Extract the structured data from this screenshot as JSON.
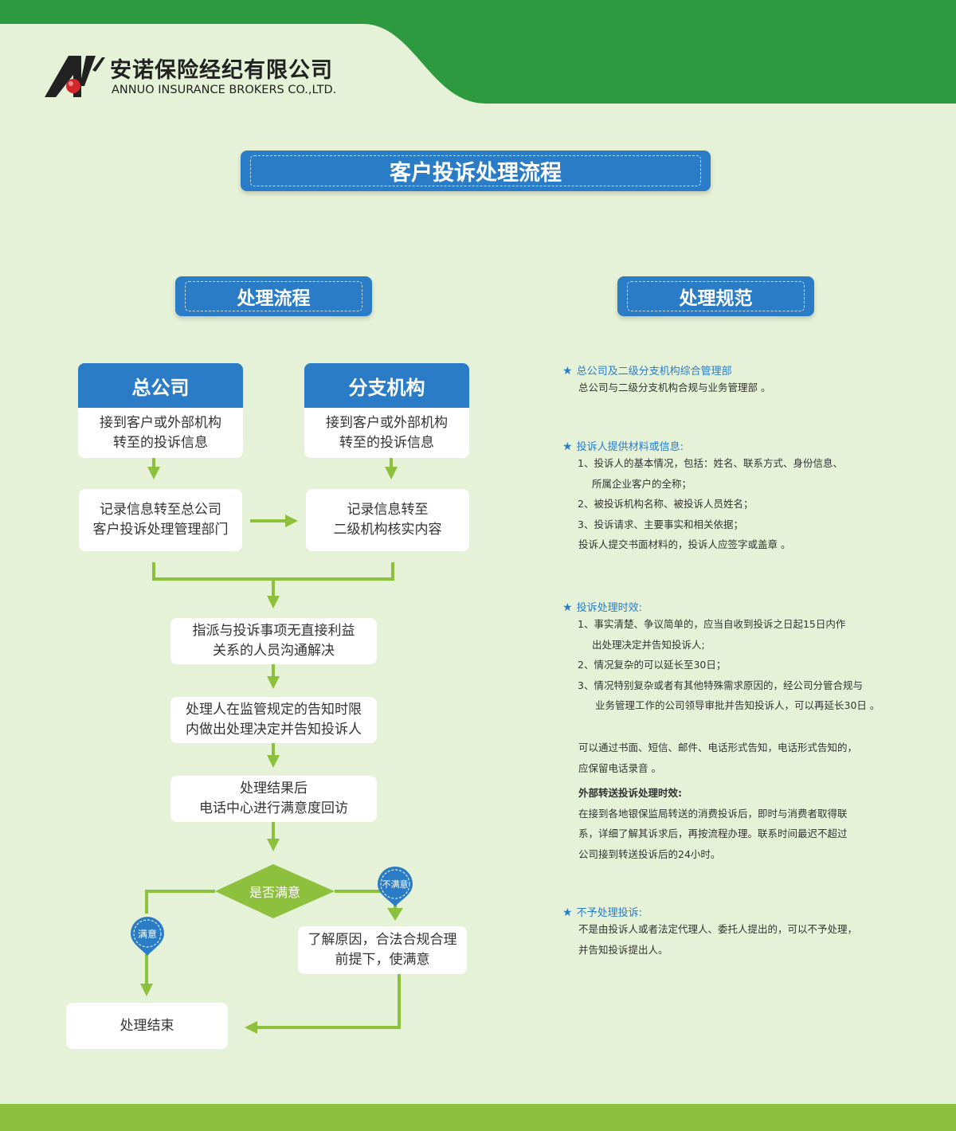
{
  "company": {
    "name_cn": "安诺保险经纪有限公司",
    "name_en": "ANNUO INSURANCE BROKERS CO.,LTD."
  },
  "main_title": "客户投诉处理流程",
  "sections": {
    "process": "处理流程",
    "rules": "处理规范"
  },
  "flow": {
    "hq": {
      "title": "总公司",
      "step1": "接到客户或外部机构\n转至的投诉信息",
      "step2": "记录信息转至总公司\n客户投诉处理管理部门"
    },
    "branch": {
      "title": "分支机构",
      "step1": "接到客户或外部机构\n转至的投诉信息",
      "step2": "记录信息转至\n二级机构核实内容"
    },
    "assign": "指派与投诉事项无直接利益\n关系的人员沟通解决",
    "decide": "处理人在监管规定的告知时限\n内做出处理决定并告知投诉人",
    "visit": "处理结果后\n电话中心进行满意度回访",
    "decision": "是否满意",
    "yes": "满意",
    "no": "不满意",
    "remedy": "了解原因，合法合规合理\n前提下，使满意",
    "end": "处理结束"
  },
  "rules": [
    {
      "title": "总公司及二级分支机构综合管理部",
      "lines": [
        "总公司与二级分支机构合规与业务管理部 。"
      ]
    },
    {
      "title": "投诉人提供材料或信息:",
      "lines": [
        "1、投诉人的基本情况，包括：姓名、联系方式、身份信息、",
        "所属企业客户的全称；",
        "2、被投诉机构名称、被投诉人员姓名；",
        "3、投诉请求、主要事实和相关依据；",
        "投诉人提交书面材料的，投诉人应签字或盖章 。"
      ]
    },
    {
      "title": "投诉处理时效:",
      "lines": [
        "1、事实清楚、争议简单的，应当自收到投诉之日起15日内作",
        "出处理决定并告知投诉人;",
        "2、情况复杂的可以延长至30日；",
        "3、情况特别复杂或者有其他特殊需求原因的，经公司分管合规与",
        "业务管理工作的公司领导审批并告知投诉人，可以再延长30日 。"
      ]
    },
    {
      "title": "",
      "lines": [
        "可以通过书面、短信、邮件、电话形式告知，电话形式告知的，",
        "应保留电话录音 。"
      ]
    },
    {
      "title": "外部转送投诉处理时效:",
      "lines": [
        "在接到各地银保监局转送的消费投诉后，即时与消费者取得联",
        "系，详细了解其诉求后，再按流程办理。联系时间最迟不超过",
        "公司接到转送投诉后的24小时。"
      ]
    },
    {
      "title": "不予处理投诉:",
      "lines": [
        "不是由投诉人或者法定代理人、委托人提出的，可以不予处理，",
        "并告知投诉提出人。"
      ]
    }
  ],
  "colors": {
    "green_dark": "#2e9a3f",
    "green_light": "#8dc03c",
    "blue": "#2a7cc7",
    "background": "#e6f2d7"
  }
}
